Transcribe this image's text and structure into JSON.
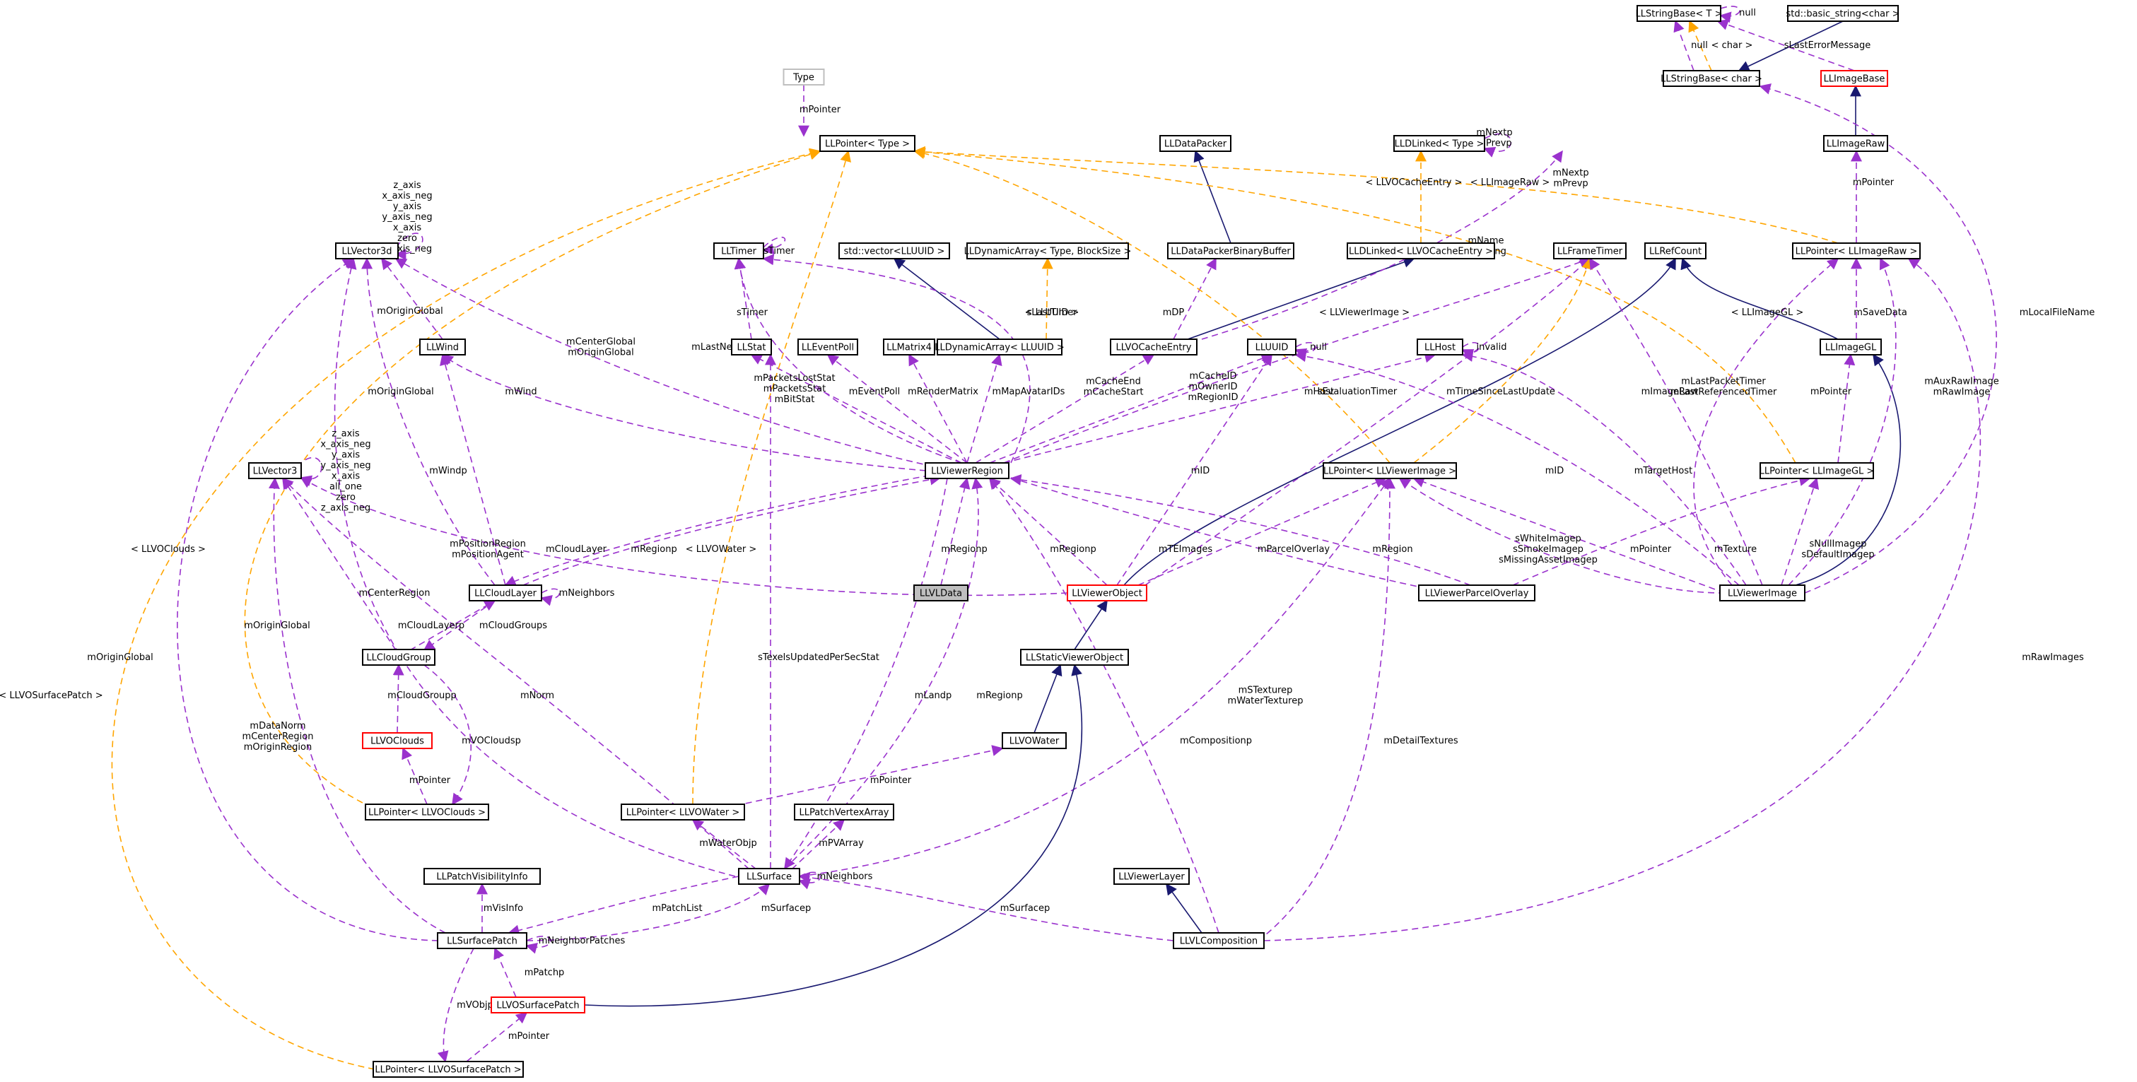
{
  "colors": {
    "usage_edge": "#9a32cd",
    "template_edge": "#ffa500",
    "inheritance_edge": "#191970",
    "undocumented_border": "#ff0000",
    "external_border": "#bfbfbf",
    "focus_fill": "#bfbfbf"
  },
  "nodes": {
    "type": "Type",
    "llpointer_type": "LLPointer< Type >",
    "llstringbase_t": "LLStringBase< T >",
    "std_basic_string": "std::basic_string<char >",
    "llstringbase_char": "LLStringBase< char >",
    "llimagebase": "LLImageBase",
    "lldatapacker": "LLDataPacker",
    "lldlinked_type": "LLDLinked< Type >",
    "llimageraw": "LLImageRaw",
    "llvector3d": "LLVector3d",
    "lltimer": "LLTimer",
    "std_vector_lluuid": "std::vector<LLUUID >",
    "lldynamicarray_type": "LLDynamicArray< Type, BlockSize >",
    "lldatapackerbinarybuffer": "LLDataPackerBinaryBuffer",
    "lldlinked_llvocacheentry": "LLDLinked< LLVOCacheEntry >",
    "llframetimer": "LLFrameTimer",
    "llrefcount": "LLRefCount",
    "llpointer_llimageraw": "LLPointer< LLImageRaw >",
    "llwind": "LLWind",
    "llstat": "LLStat",
    "lleventpoll": "LLEventPoll",
    "llmatrix4": "LLMatrix4",
    "lldynamicarray_lluuid": "LLDynamicArray< LLUUID >",
    "llvocacheentry": "LLVOCacheEntry",
    "lluuid": "LLUUID",
    "llhost": "LLHost",
    "llimagegl": "LLImageGL",
    "llvector3": "LLVector3",
    "llviewerregion": "LLViewerRegion",
    "llpointer_llviewerimage": "LLPointer< LLViewerImage >",
    "llpointer_llimagegl": "LLPointer< LLImageGL >",
    "llcloudlayer": "LLCloudLayer",
    "llvldata": "LLVLData",
    "llviewerobject": "LLViewerObject",
    "llviewerparceloverlay": "LLViewerParcelOverlay",
    "llviewerimage": "LLViewerImage",
    "llcloudgroup": "LLCloudGroup",
    "llstaticviewerobject": "LLStaticViewerObject",
    "llvoclouds": "LLVOClouds",
    "llvowater": "LLVOWater",
    "llpointer_llvoclouds": "LLPointer< LLVOClouds >",
    "llpointer_llvowater": "LLPointer< LLVOWater >",
    "llpatchvertexarray": "LLPatchVertexArray",
    "llpatchvisibilityinfo": "LLPatchVisibilityInfo",
    "llsurface": "LLSurface",
    "llviewerlayer": "LLViewerLayer",
    "llsurfacepatch": "LLSurfacePatch",
    "llvlcomposition": "LLVLComposition",
    "llvosurfacepatch": "LLVOSurfacePatch",
    "llpointer_llvosurfacepatch": "LLPointer< LLVOSurfacePatch >"
  },
  "labels": {
    "null_stringbase": "null",
    "mpointer_type": "mPointer",
    "null_char": "null",
    "char_tpl": "< char >",
    "slasterrormessage": "sLastErrorMessage",
    "mnextp_prevp_self": "mNextp\nmPrevp",
    "llvocacheentry_tpl": "< LLVOCacheEntry >",
    "llimageraw_tpl": "< LLImageRaw >",
    "mnextp_prevp": "mNextp\nmPrevp",
    "mpointer_raw": "mPointer",
    "vector3d_self": "z_axis\nx_axis_neg\ny_axis\ny_axis_neg\nx_axis\nzero\nz_axis_neg",
    "stimer_self": "sTimer",
    "lluuid_tpl": "< LLUUID >",
    "slasttimer": "sLastTimer",
    "mname_mzoning": "mName\nmZoning",
    "morigin_global_wind": "mOriginGlobal",
    "stimer_stat": "sTimer",
    "mdp": "mDP",
    "llviewerimage_tpl": "< LLViewerImage >",
    "llimagegl_tpl": "< LLImageGL >",
    "mlocalfilename": "mLocalFileName",
    "null_uuid": "null",
    "invalid_host": "invalid",
    "mcenterglobal": "mCenterGlobal\nmOriginGlobal",
    "mlastnetupdate": "mLastNetUpdate",
    "mpacketsloststat": "mPacketsLostStat\nmPacketsStat\nmBitStat",
    "meventpoll": "mEventPoll",
    "mrendermatrix": "mRenderMatrix",
    "mmapavatarids": "mMapAvatarIDs",
    "mcacheend": "mCacheEnd\nmCacheStart",
    "mcacheid": "mCacheID\nmOwnerID\nmRegionID",
    "mhost": "mHost",
    "sevaluationtimer": "sEvaluationTimer",
    "mtimesincelastupdate": "mTimeSinceLastUpdate",
    "mimageraw": "mImageRaw",
    "mlastpackettimer": "mLastPacketTimer\nmLastReferencedTimer",
    "mpointer_gl": "mPointer",
    "msavedata": "mSaveData",
    "mauxrawimage": "mAuxRawImage\nmRawImage",
    "mwind": "mWind",
    "morigin_global_cloud": "mOriginGlobal",
    "vector3_self": "z_axis\nx_axis_neg\ny_axis\ny_axis_neg\nx_axis\nall_one\nzero\nz_axis_neg",
    "mwindp": "mWindp",
    "mid_obj": "mID",
    "mid_img": "mID",
    "mtargethost": "mTargetHost",
    "mpositionregion": "mPositionRegion\nmPositionAgent",
    "mcloudlayer": "mCloudLayer",
    "mregionp_cloud": "mRegionp",
    "llvowater_tpl": "< LLVOWater >",
    "mregionp_vl": "mRegionp",
    "mregionp_obj": "mRegionp",
    "mteimages": "mTEImages",
    "mparceloverlay": "mParcelOverlay",
    "mregion_parcel": "mRegion",
    "swhiteimagep": "sWhiteImagep\nsSmokeImagep\nsMissingAssetImagep",
    "mpointer_viewerimage": "mPointer",
    "mtexture": "mTexture",
    "snullimagep": "sNullImagep\nsDefaultImagep",
    "llvoclouds_tpl": "< LLVOClouds >",
    "mneighbors_cloud": "mNeighbors",
    "mcenterregion": "mCenterRegion",
    "mcloudlayerp": "mCloudLayerp",
    "mcloudgroups": "mCloudGroups",
    "morigin_global_left": "mOriginGlobal",
    "morigin_global_far": "mOriginGlobal",
    "llvosurfacepatch_tpl": "< LLVOSurfacePatch >",
    "mcloudgroupp": "mCloudGroupp",
    "mvocloudsp": "mVOCloudsp",
    "mpointer_clouds": "mPointer",
    "mnorm": "mNorm",
    "stexelsupdated": "sTexelsUpdatedPerSecStat",
    "mlandp": "mLandp",
    "mregionp_surface": "mRegionp",
    "mcompositionp": "mCompositionp",
    "mstexturep": "mSTexturep\nmWaterTexturep",
    "mdetailtextures": "mDetailTextures",
    "mrawimages": "mRawImages",
    "mdatanorm": "mDataNorm\nmCenterRegion\nmOriginRegion",
    "mpointer_water": "mPointer",
    "mwaterobjp": "mWaterObjp",
    "mpvarray": "mPVArray",
    "mneighbors_surface": "mNeighbors",
    "mvisinfo": "mVisInfo",
    "mpatchlist": "mPatchList",
    "msurfacep_patch": "mSurfacep",
    "msurfacep_comp": "mSurfacep",
    "mneighborpatches": "mNeighborPatches",
    "mpatchp": "mPatchp",
    "mvobjp": "mVObjp",
    "mpointer_surfacepatch": "mPointer"
  }
}
